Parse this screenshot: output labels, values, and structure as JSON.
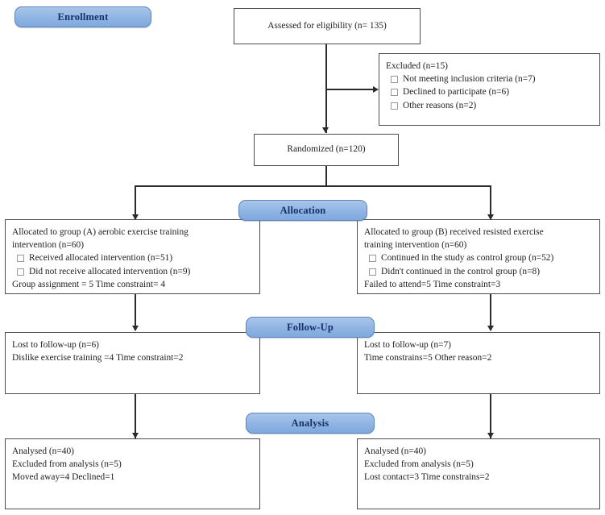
{
  "diagram": {
    "title": "CONSORT participant flow diagram",
    "accent_blue": "#8fb4e3",
    "banner_text_color": "#17306b",
    "box_border_color": "#4e4e4e",
    "connector_color": "#2b2b2b"
  },
  "banners": {
    "enrollment": "Enrollment",
    "allocation": "Allocation",
    "followup": "Follow-Up",
    "analysis": "Analysis"
  },
  "enrollment": {
    "assessed": "Assessed for eligibility (n= 135)",
    "excluded_title": "Excluded  (n=15)",
    "excluded_items": [
      "Not meeting inclusion criteria (n=7)",
      "Declined to participate (n=6)",
      "Other reasons (n=2)"
    ],
    "randomized": "Randomized (n=120)"
  },
  "allocation": {
    "left": {
      "title_line1": "Allocated to group (A) aerobic exercise training",
      "title_line2": "intervention (n=60)",
      "items": [
        "Received allocated intervention (n=51)",
        "Did not receive allocated intervention (n=9)"
      ],
      "footer": "Group assignment = 5    Time constraint= 4"
    },
    "right": {
      "title_line1": "Allocated to group (B) received resisted exercise",
      "title_line2": "training intervention (n=60)",
      "items": [
        "Continued in the study as control group (n=52)",
        "Didn't  continued in the control group (n=8)"
      ],
      "footer": "Failed to attend=5       Time constraint=3"
    }
  },
  "followup": {
    "left": {
      "line1": "Lost to follow-up (n=6)",
      "line2": "Dislike exercise training =4   Time constraint=2"
    },
    "right": {
      "line1": "Lost to follow-up  (n=7)",
      "line2": "Time constrains=5   Other reason=2"
    }
  },
  "analysis": {
    "left": {
      "line1": "Analysed  (n=40)",
      "line2": "Excluded from analysis (n=5)",
      "line3": "Moved away=4  Declined=1"
    },
    "right": {
      "line1": "Analysed  (n=40)",
      "line2": "Excluded from analysis (n=5)",
      "line3": "Lost contact=3 Time constrains=2"
    }
  }
}
